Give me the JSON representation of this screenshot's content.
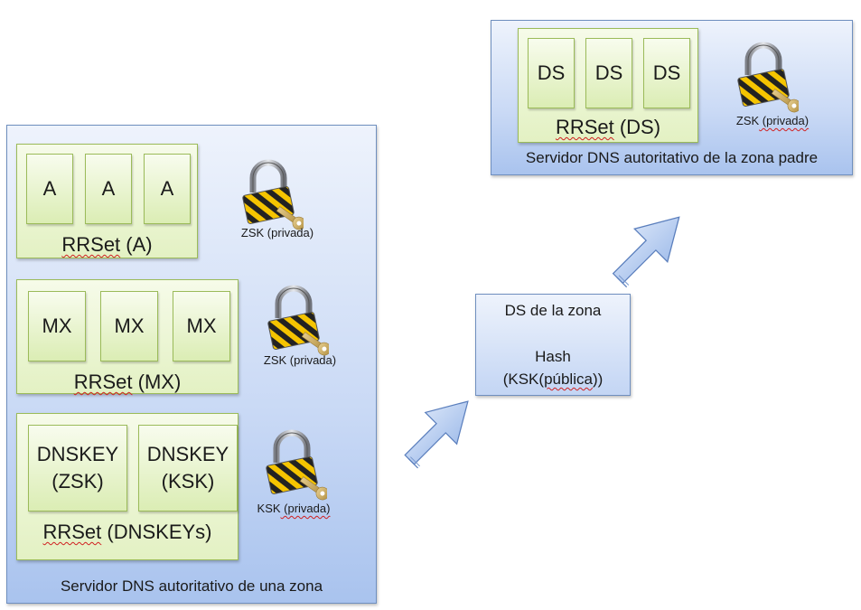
{
  "zone_server": {
    "label": "Servidor DNS autoritativo de una zona",
    "rrsets": [
      {
        "records": [
          "A",
          "A",
          "A"
        ],
        "label_prefix": "RRSet",
        "label_suffix": " (A)",
        "key": "ZSK",
        "key_suffix": " (privada)"
      },
      {
        "records": [
          "MX",
          "MX",
          "MX"
        ],
        "label_prefix": "RRSet",
        "label_suffix": " (MX)",
        "key": "ZSK",
        "key_suffix": " (privada)"
      },
      {
        "records": [
          {
            "l1": "DNSKEY",
            "l2": "(ZSK)"
          },
          {
            "l1": "DNSKEY",
            "l2": "(KSK)"
          }
        ],
        "label_prefix": "RRSet",
        "label_suffix": " (DNSKEYs)",
        "key": "KSK",
        "key_suffix": " (privada)"
      }
    ]
  },
  "ds_box": {
    "line1": "DS de la zona",
    "line2": "Hash",
    "line3_prefix": "(KSK(",
    "line3_word": "pública",
    "line3_suffix": "))"
  },
  "parent_server": {
    "label": "Servidor DNS autoritativo de la zona padre",
    "records": [
      "DS",
      "DS",
      "DS"
    ],
    "rrset_prefix": "RRSet",
    "rrset_suffix": " (DS)",
    "key": "ZSK",
    "key_suffix": " (privada)"
  },
  "colors": {
    "server_fill": "#c9d9f5",
    "rrset_fill": "#e3f1c3",
    "lock_stripes": "#f5c400",
    "arrow_fill": "#a9c3ee"
  },
  "icons": [
    "padlock-key-icon",
    "block-arrow-icon"
  ]
}
